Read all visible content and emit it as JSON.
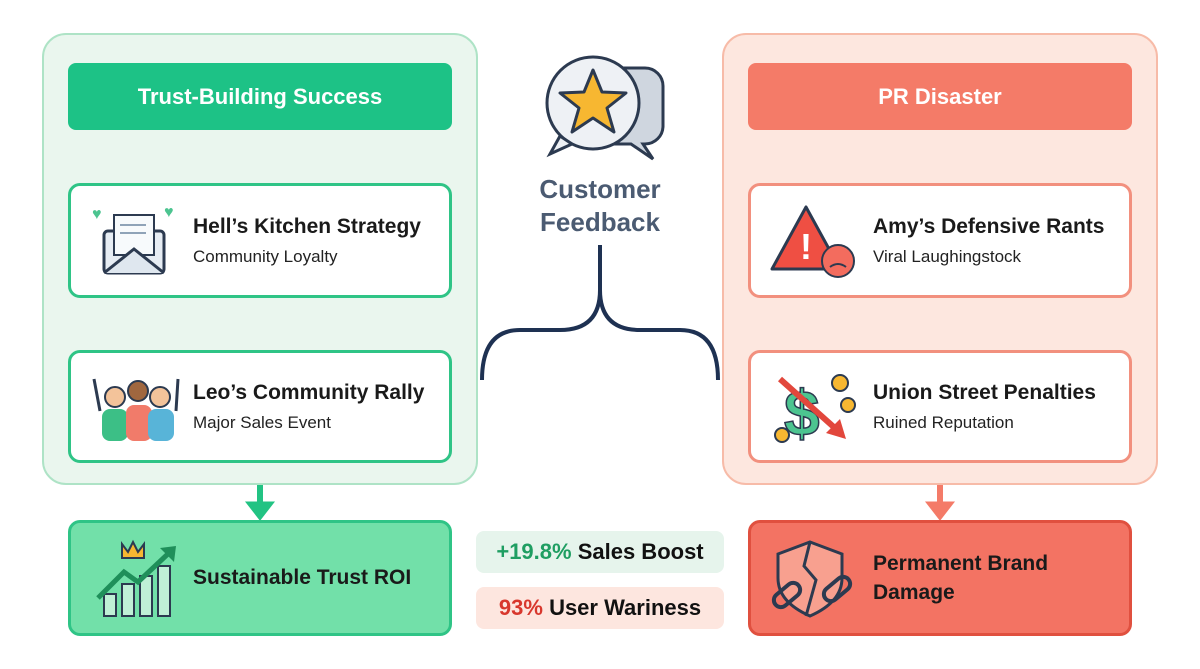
{
  "center": {
    "title_line1": "Customer",
    "title_line2": "Feedback",
    "icon": "star-speech-bubble-icon"
  },
  "left": {
    "header": "Trust-Building Success",
    "steps": [
      {
        "title": "Hell’s Kitchen Strategy",
        "subtitle": "Community Loyalty",
        "icon": "envelope-hearts-icon"
      },
      {
        "title": "Leo’s Community Rally",
        "subtitle": "Major Sales Event",
        "icon": "cheering-crowd-icon"
      }
    ],
    "outcome": "Sustainable Trust ROI",
    "outcome_icon": "growth-chart-crown-icon"
  },
  "right": {
    "header": "PR Disaster",
    "steps": [
      {
        "title": "Amy’s Defensive Rants",
        "subtitle": "Viral Laughingstock",
        "icon": "warning-angry-face-icon"
      },
      {
        "title": "Union Street Penalties",
        "subtitle": "Ruined Reputation",
        "icon": "falling-dollar-icon"
      }
    ],
    "outcome": "Permanent Brand Damage",
    "outcome_icon": "broken-shield-chain-icon"
  },
  "stats": [
    {
      "value": "+19.8%",
      "label": "Sales Boost",
      "color": "#1f9e62"
    },
    {
      "value": "93%",
      "label": "User Wariness",
      "color": "#d8372d"
    }
  ],
  "colors": {
    "green": "#1dc286",
    "red": "#f47b68",
    "navy": "#1e3152"
  }
}
